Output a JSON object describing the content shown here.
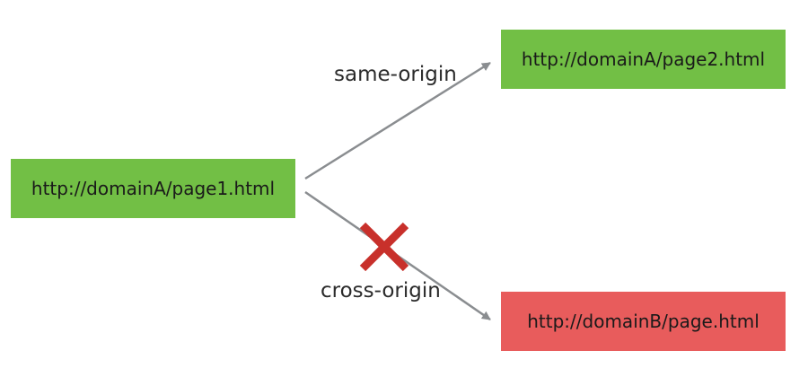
{
  "colors": {
    "same_origin_box": "#72bf45",
    "cross_origin_box": "#e85c5c",
    "arrow": "#8a8d90",
    "blocked_mark": "#c8302b"
  },
  "nodes": {
    "source": {
      "label": "http://domainA/page1.html"
    },
    "same_origin_target": {
      "label": "http://domainA/page2.html"
    },
    "cross_origin_target": {
      "label": "http://domainB/page.html"
    }
  },
  "edges": {
    "same_origin": {
      "label": "same-origin",
      "blocked": false
    },
    "cross_origin": {
      "label": "cross-origin",
      "blocked": true
    }
  },
  "icons": {
    "blocked": "red-x-icon"
  }
}
